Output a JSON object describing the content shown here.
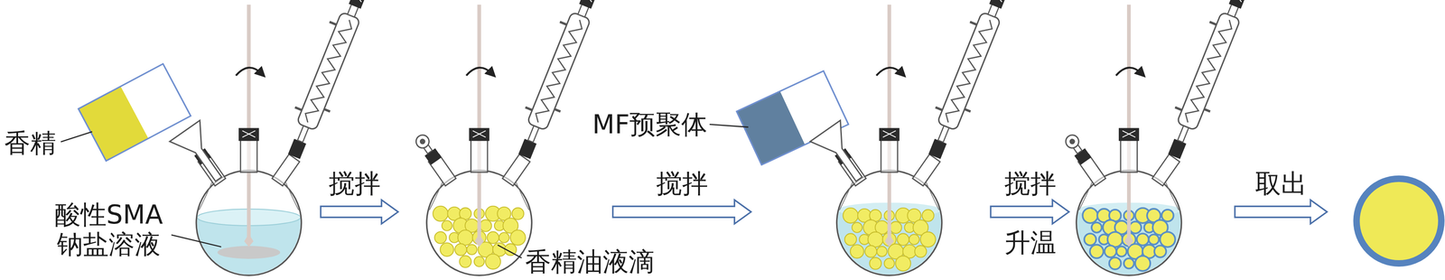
{
  "diagram": {
    "labels": [
      "香精",
      "酸性SMA 钠盐溶液",
      "搅拌",
      "香精油液滴",
      "搅拌",
      "MF预聚体",
      "搅拌",
      "升温",
      "取出"
    ]
  }
}
